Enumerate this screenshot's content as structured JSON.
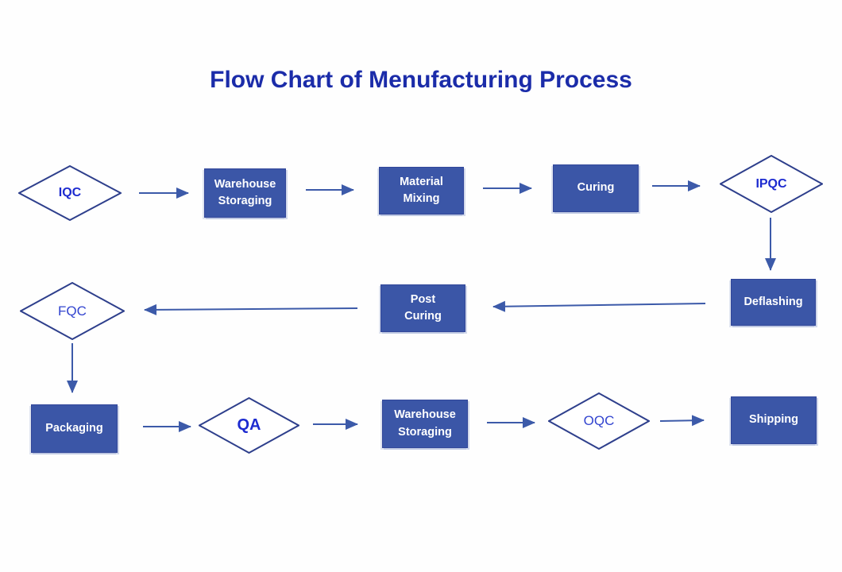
{
  "title": "Flow Chart of Menufacturing Process",
  "colors": {
    "box_fill": "#3b56a7",
    "box_border": "#32479a",
    "box_text": "#ffffff",
    "diamond_stroke": "#2e3f8c",
    "diamond_text": "#1d2bd0",
    "arrow": "#3c5aa9",
    "title_text": "#1b2ca9",
    "background": "#fefefe"
  },
  "nodes": [
    {
      "id": "iqc",
      "shape": "diamond",
      "label": "IQC"
    },
    {
      "id": "warehouse-storaging-1",
      "shape": "rect",
      "label": "Warehouse\nStoraging"
    },
    {
      "id": "material-mixing",
      "shape": "rect",
      "label": "Material\nMixing"
    },
    {
      "id": "curing",
      "shape": "rect",
      "label": "Curing"
    },
    {
      "id": "ipqc",
      "shape": "diamond",
      "label": "IPQC"
    },
    {
      "id": "deflashing",
      "shape": "rect",
      "label": "Deflashing"
    },
    {
      "id": "post-curing",
      "shape": "rect",
      "label": "Post\nCuring"
    },
    {
      "id": "fqc",
      "shape": "diamond",
      "label": "FQC"
    },
    {
      "id": "packaging",
      "shape": "rect",
      "label": "Packaging"
    },
    {
      "id": "qa",
      "shape": "diamond",
      "label": "QA"
    },
    {
      "id": "warehouse-storaging-2",
      "shape": "rect",
      "label": "Warehouse\nStoraging"
    },
    {
      "id": "oqc",
      "shape": "diamond",
      "label": "OQC"
    },
    {
      "id": "shipping",
      "shape": "rect",
      "label": "Shipping"
    }
  ],
  "edges": [
    {
      "from": "iqc",
      "to": "warehouse-storaging-1"
    },
    {
      "from": "warehouse-storaging-1",
      "to": "material-mixing"
    },
    {
      "from": "material-mixing",
      "to": "curing"
    },
    {
      "from": "curing",
      "to": "ipqc"
    },
    {
      "from": "ipqc",
      "to": "deflashing"
    },
    {
      "from": "deflashing",
      "to": "post-curing"
    },
    {
      "from": "post-curing",
      "to": "fqc"
    },
    {
      "from": "fqc",
      "to": "packaging"
    },
    {
      "from": "packaging",
      "to": "qa"
    },
    {
      "from": "qa",
      "to": "warehouse-storaging-2"
    },
    {
      "from": "warehouse-storaging-2",
      "to": "oqc"
    },
    {
      "from": "oqc",
      "to": "shipping"
    }
  ]
}
